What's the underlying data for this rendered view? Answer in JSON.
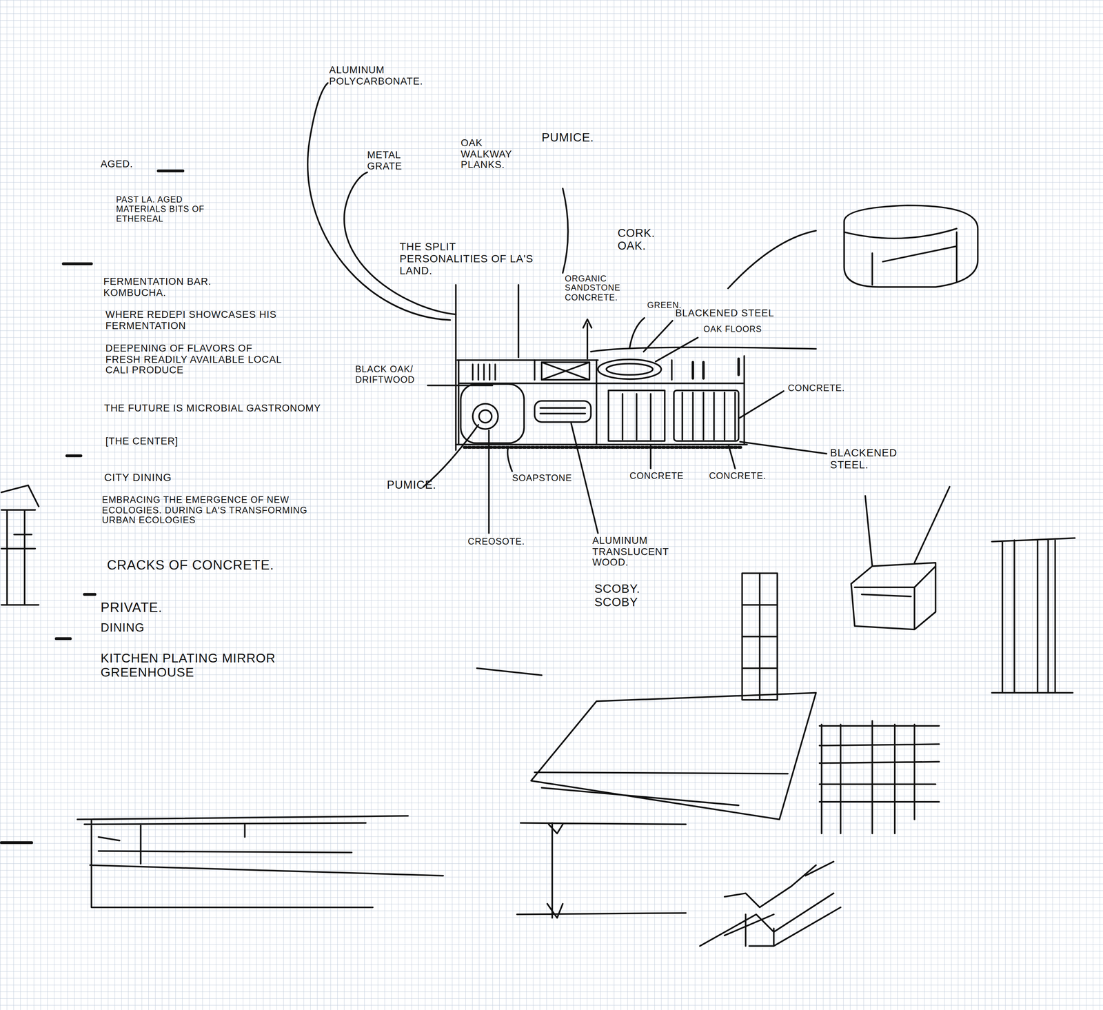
{
  "diagram": {
    "labels": [
      "ALUMINUM POLYCARBONATE.",
      "PUMICE.",
      "METAL GRATE",
      "OAK WALKWAY PLANKS.",
      "AGED.",
      "PAST LA. AGED MATERIALS BITS OF ETHEREAL",
      "CORK. OAK.",
      "THE SPLIT PERSONALITIES OF LA'S LAND.",
      "ORGANIC SANDSTONE CONCRETE.",
      "GREEN.",
      "BLACKENED STEEL",
      "OAK FLOORS",
      "FERMENTATION BAR. KOMBUCHA.",
      "WHERE REDEPI SHOWCASES HIS FERMENTATION",
      "DEEPENING OF FLAVORS OF FRESH READILY AVAILABLE LOCAL CALI PRODUCE",
      "BLACK OAK/ DRIFTWOOD",
      "CONCRETE.",
      "THE FUTURE IS MICROBIAL GASTRONOMY",
      "[THE CENTER]",
      "BLACKENED STEEL.",
      "CITY DINING",
      "SOAPSTONE",
      "CONCRETE",
      "CONCRETE.",
      "PUMICE.",
      "EMBRACING THE EMERGENCE OF NEW ECOLOGIES. DURING LA'S TRANSFORMING URBAN ECOLOGIES",
      "CREOSOTE.",
      "ALUMINUM TRANSLUCENT WOOD.",
      "CRACKS OF CONCRETE.",
      "SCOBY. SCOBY",
      "PRIVATE.",
      "DINING",
      "KITCHEN PLATING MIRROR GREENHOUSE"
    ]
  }
}
